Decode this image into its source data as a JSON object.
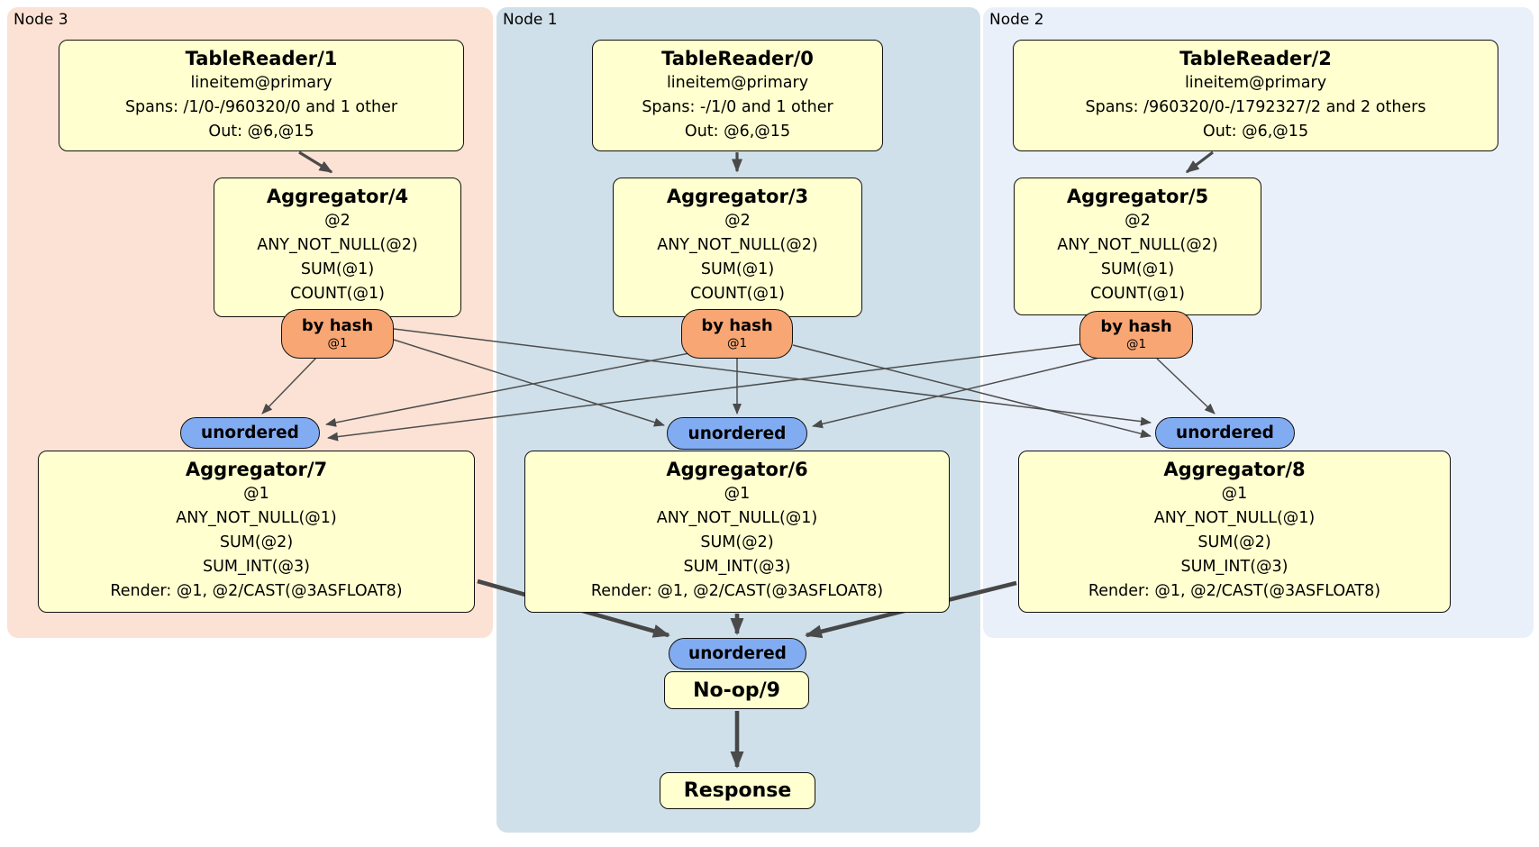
{
  "diagram": {
    "clusters": [
      {
        "name": "node3",
        "label": "Node 3",
        "fill": "#fce2d4"
      },
      {
        "name": "node1",
        "label": "Node 1",
        "fill": "#cfe0ea"
      },
      {
        "name": "node2",
        "label": "Node 2",
        "fill": "#eaf0fa"
      }
    ],
    "boxes": {
      "tr1": {
        "title": "TableReader/1",
        "lines": [
          "lineitem@primary",
          "Spans: /1/0-/960320/0 and 1 other",
          "Out: @6,@15"
        ]
      },
      "tr0": {
        "title": "TableReader/0",
        "lines": [
          "lineitem@primary",
          "Spans: -/1/0 and 1 other",
          "Out: @6,@15"
        ]
      },
      "tr2": {
        "title": "TableReader/2",
        "lines": [
          "lineitem@primary",
          "Spans: /960320/0-/1792327/2 and 2 others",
          "Out: @6,@15"
        ]
      },
      "ag4": {
        "title": "Aggregator/4",
        "lines": [
          "@2",
          "ANY_NOT_NULL(@2)",
          "SUM(@1)",
          "COUNT(@1)"
        ]
      },
      "ag3": {
        "title": "Aggregator/3",
        "lines": [
          "@2",
          "ANY_NOT_NULL(@2)",
          "SUM(@1)",
          "COUNT(@1)"
        ]
      },
      "ag5": {
        "title": "Aggregator/5",
        "lines": [
          "@2",
          "ANY_NOT_NULL(@2)",
          "SUM(@1)",
          "COUNT(@1)"
        ]
      },
      "ag7": {
        "title": "Aggregator/7",
        "lines": [
          "@1",
          "ANY_NOT_NULL(@1)",
          "SUM(@2)",
          "SUM_INT(@3)",
          "Render: @1, @2/CAST(@3ASFLOAT8)"
        ]
      },
      "ag6": {
        "title": "Aggregator/6",
        "lines": [
          "@1",
          "ANY_NOT_NULL(@1)",
          "SUM(@2)",
          "SUM_INT(@3)",
          "Render: @1, @2/CAST(@3ASFLOAT8)"
        ]
      },
      "ag8": {
        "title": "Aggregator/8",
        "lines": [
          "@1",
          "ANY_NOT_NULL(@1)",
          "SUM(@2)",
          "SUM_INT(@3)",
          "Render: @1, @2/CAST(@3ASFLOAT8)"
        ]
      },
      "noop": {
        "title": "No-op/9"
      },
      "response": {
        "title": "Response"
      }
    },
    "ovals": {
      "byhash4": {
        "label": "by hash",
        "sub": "@1"
      },
      "byhash3": {
        "label": "by hash",
        "sub": "@1"
      },
      "byhash5": {
        "label": "by hash",
        "sub": "@1"
      },
      "unordered7": {
        "label": "unordered"
      },
      "unordered6": {
        "label": "unordered"
      },
      "unordered8": {
        "label": "unordered"
      },
      "unordered9": {
        "label": "unordered"
      }
    },
    "colors": {
      "box_fill": "#ffffcf",
      "box_border": "#121212",
      "byhash_fill": "#f7a674",
      "unordered_fill": "#82acf2",
      "edge": "#4a4a4a",
      "cluster_node3": "#fce2d4",
      "cluster_node1": "#cfe0ea",
      "cluster_node2": "#eaf0fa"
    }
  }
}
